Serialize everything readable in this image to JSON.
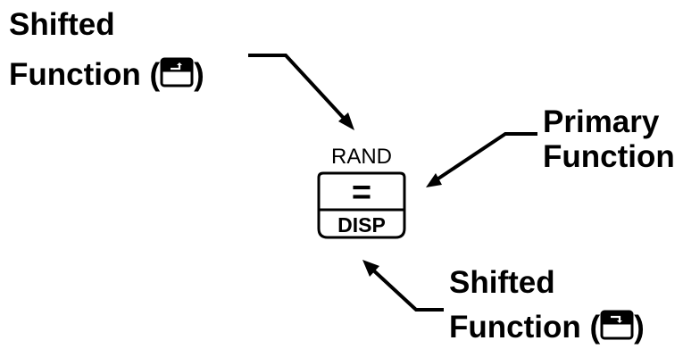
{
  "top_left": {
    "line1": "Shifted",
    "line2_prefix": "Function (",
    "line2_suffix": ")",
    "icon": "left-shift-key-icon"
  },
  "right": {
    "line1": "Primary",
    "line2": "Function"
  },
  "bottom_right": {
    "line1": "Shifted",
    "line2_prefix": "Function (",
    "line2_suffix": ")",
    "icon": "right-shift-key-icon"
  },
  "key": {
    "top_label": "RAND",
    "primary_symbol": "=",
    "bottom_label": "DISP"
  },
  "colors": {
    "ink": "#000000",
    "background": "#ffffff"
  }
}
